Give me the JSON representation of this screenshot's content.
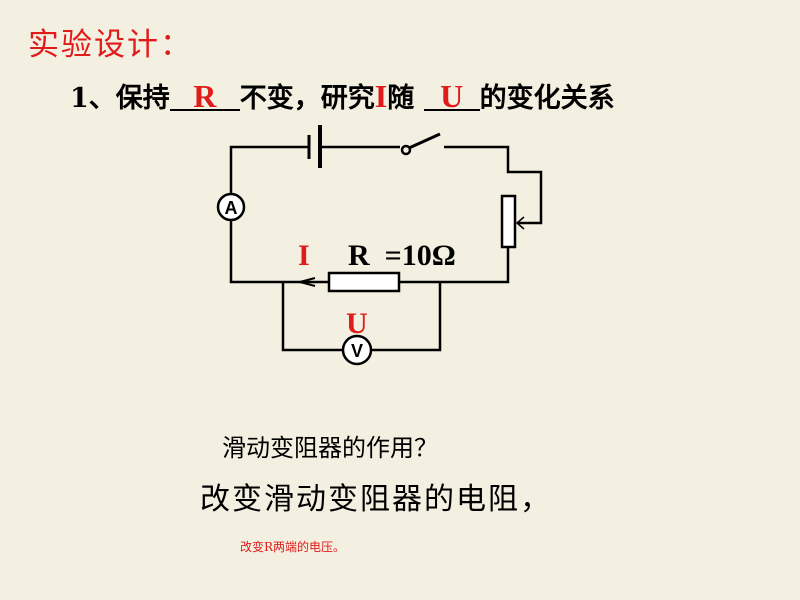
{
  "title": "实验设计：",
  "line1": {
    "prefix": "1、保持",
    "blank1": "R",
    "mid": "不变，研究",
    "var_i": "I",
    "mid2": "随",
    "blank2": "U",
    "suffix": "的变化关系"
  },
  "circuit": {
    "current_label": "I",
    "resistor_label": "R  =10Ω",
    "voltage_label": "U",
    "ammeter_symbol": "A",
    "voltmeter_symbol": "V"
  },
  "question": "滑动变阻器的作用？",
  "answer": "改变滑动变阻器的电阻，",
  "note": "改变R两端的电压。",
  "colors": {
    "accent": "#e01b1b",
    "background": "#f3efe1"
  }
}
